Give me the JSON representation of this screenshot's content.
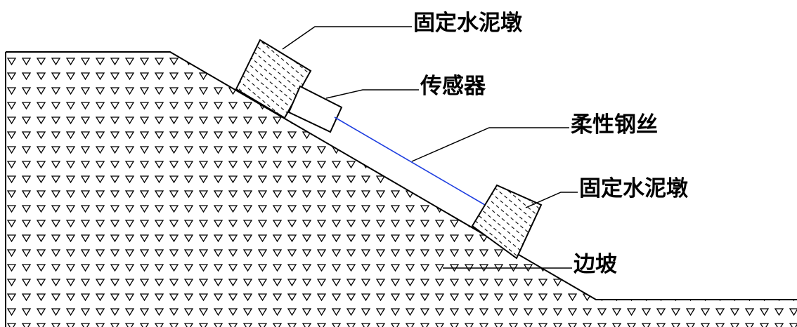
{
  "labels": {
    "top_pier": "固定水泥墩",
    "sensor": "传感器",
    "wire": "柔性钢丝",
    "bottom_pier": "固定水泥墩",
    "slope": "边坡"
  },
  "colors": {
    "line": "#000000",
    "wire": "#1f3fe0",
    "background": "#ffffff"
  }
}
